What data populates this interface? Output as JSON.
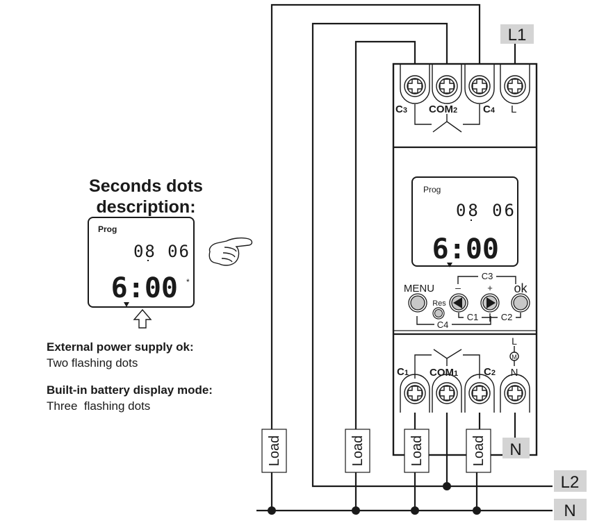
{
  "description": {
    "title_line1": "Seconds dots",
    "title_line2": "description:",
    "items": [
      {
        "heading": "External power supply ok:",
        "text": "Two flashing dots"
      },
      {
        "heading": "Built-in battery display mode:",
        "text": "Three  flashing dots"
      }
    ]
  },
  "lcd": {
    "mode_label": "Prog",
    "date_display": "08 06",
    "time_display": "6:00",
    "battery_indicator": "*"
  },
  "device": {
    "top_terminals": [
      "C3",
      "COM2",
      "C4",
      "L"
    ],
    "top_terminal_labels": {
      "c3": "C",
      "c3_sub": "3",
      "com2": "COM",
      "com2_sub": "2",
      "c4": "C",
      "c4_sub": "4",
      "l": "L"
    },
    "bottom_terminal_labels": {
      "c1": "C",
      "c1_sub": "1",
      "com1": "COM",
      "com1_sub": "1",
      "c2": "C",
      "c2_sub": "2",
      "n_l": "L",
      "n_n": "N",
      "motor": "M"
    },
    "buttons": {
      "menu": "MENU",
      "minus": "–",
      "plus": "+",
      "ok": "ok",
      "reset": "Res"
    },
    "combo_labels": {
      "c3": "C3",
      "c1": "C1",
      "c2": "C2",
      "c4": "C4"
    }
  },
  "supply_labels": {
    "l1": "L1",
    "n_device": "N",
    "l2": "L2",
    "n_bus": "N"
  },
  "loads": [
    "Load",
    "Load",
    "Load",
    "Load"
  ],
  "icons": [
    "pointing-hand-icon",
    "up-arrow-icon",
    "screw-terminal-icon",
    "left-arrow-button-icon",
    "right-arrow-button-icon",
    "motor-icon"
  ]
}
